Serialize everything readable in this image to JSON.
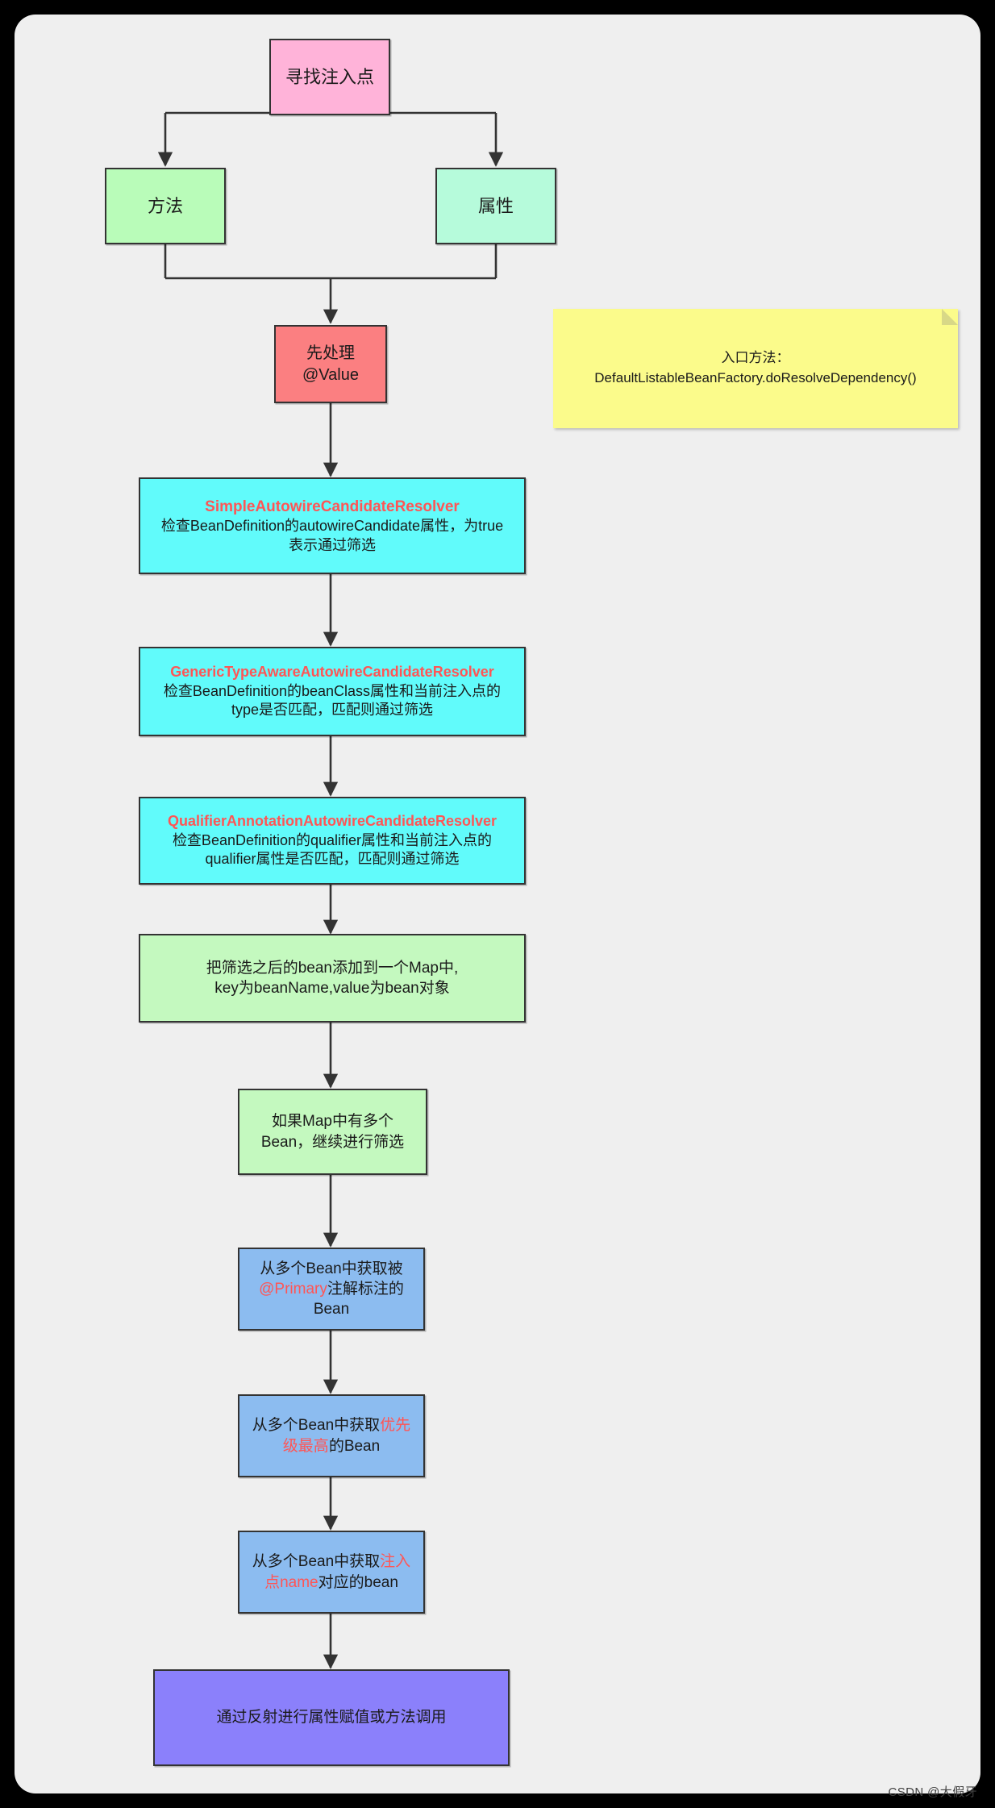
{
  "watermark": "CSDN @大假牙",
  "colors": {
    "page_background": "#000000",
    "canvas_background": "#efefef",
    "stroke": "#333333",
    "highlight_red": "#ff5555",
    "start": "#ffb3d9",
    "method": "#b9fcb9",
    "property": "#b6fbdb",
    "value": "#fb7f81",
    "resolver": "#61fbfb",
    "map_step": "#c4f9bf",
    "select_step": "#8cbcf0",
    "final": "#8b80fb",
    "note": "#fbfb8b"
  },
  "note": {
    "name": "entry-method-note",
    "line1": "入口方法：",
    "line2": "DefaultListableBeanFactory.doResolveDependency()"
  },
  "nodes": {
    "start": {
      "label": "寻找注入点"
    },
    "method": {
      "label": "方法"
    },
    "property": {
      "label": "属性"
    },
    "value": {
      "line1": "先处理",
      "line2": "@Value"
    },
    "simple_resolver": {
      "title": "SimpleAutowireCandidateResolver",
      "line1": "检查BeanDefinition的autowireCandidate属性，为true",
      "line2": "表示通过筛选"
    },
    "generic_resolver": {
      "title": "GenericTypeAwareAutowireCandidateResolver",
      "line1": "检查BeanDefinition的beanClass属性和当前注入点的",
      "line2": "type是否匹配，匹配则通过筛选"
    },
    "qualifier_resolver": {
      "title": "QualifierAnnotationAutowireCandidateResolver",
      "line1": "检查BeanDefinition的qualifier属性和当前注入点的",
      "line2": "qualifier属性是否匹配，匹配则通过筛选"
    },
    "add_to_map": {
      "line1": "把筛选之后的bean添加到一个Map中,",
      "line2": "key为beanName,value为bean对象"
    },
    "multi_bean": {
      "line1": "如果Map中有多个",
      "line2": "Bean，继续进行筛选"
    },
    "primary": {
      "pre": "从多个Bean中获取被",
      "highlight": "@Primary",
      "post": "注解标注的",
      "line3": "Bean"
    },
    "priority": {
      "pre": "从多个Bean中获取",
      "highlight1": "优先",
      "highlight2": "级最高",
      "post": "的Bean"
    },
    "by_name": {
      "pre": "从多个Bean中获取",
      "highlight1": "注入",
      "highlight2": "点name",
      "post": "对应的bean"
    },
    "final": {
      "label": "通过反射进行属性赋值或方法调用"
    }
  }
}
